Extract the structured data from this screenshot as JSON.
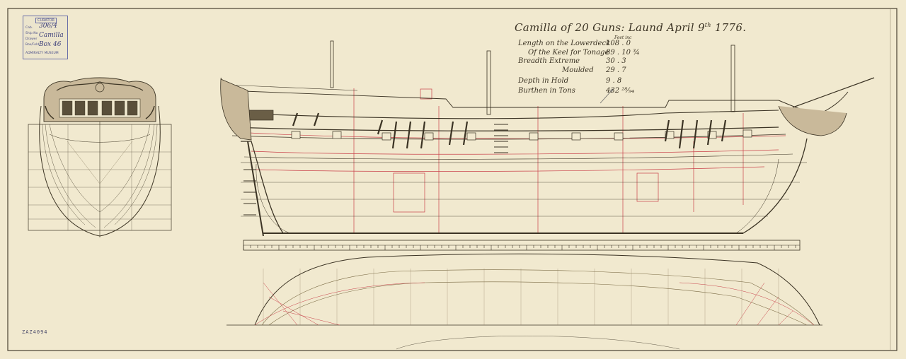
{
  "title": {
    "main": "Camilla of 20 Guns: Laund April 9",
    "sup": "th",
    "year": "1776."
  },
  "dimensions": {
    "units": "Feet   inc",
    "rows": [
      {
        "label": "Length on the Lowerdeck",
        "value": "108 . 0"
      },
      {
        "label": "Of the Keel for Tonage",
        "value": "89 . 10 ¾"
      },
      {
        "label": "Breadth Extreme",
        "value": "30 . 3"
      },
      {
        "label": "Moulded",
        "value": "29 . 7"
      },
      {
        "label": "Depth in Hold",
        "value": "9 . 8"
      },
      {
        "label": "Burthen in Tons",
        "value": "432 ²⁸⁄₉₄"
      }
    ]
  },
  "stamp": {
    "header": "CURATOR",
    "rows": [
      "Cab.",
      "Ship No",
      "Drawer",
      "Box/Fold"
    ],
    "handwritten": [
      "306/4",
      "Camilla",
      "Box 46"
    ],
    "footer": "ADMIRALTY MUSEUM"
  },
  "reference": "ZAZ4094",
  "colors": {
    "paper": "#f1e9cf",
    "ink": "#3b3324",
    "red_ink": "#c9414a",
    "stamp": "#6a6fa8"
  }
}
